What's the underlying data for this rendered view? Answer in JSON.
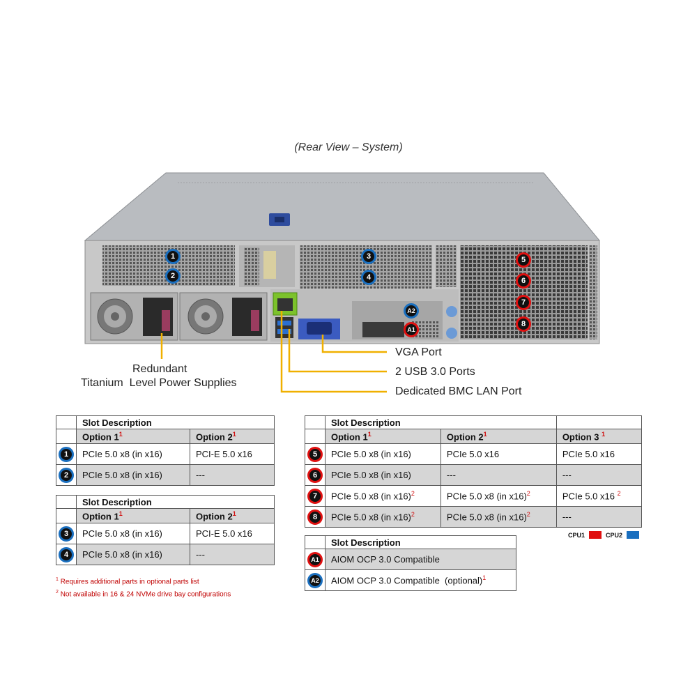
{
  "caption": "(Rear View – System)",
  "callouts": {
    "psu_line1": "Redundant",
    "psu_line2": "Titanium  Level Power Supplies",
    "vga": "VGA Port",
    "usb": "2 USB 3.0 Ports",
    "bmc": "Dedicated BMC LAN Port"
  },
  "colors": {
    "cpu1": "#e01010",
    "cpu2": "#1a6fbf",
    "callout_line": "#f0b000"
  },
  "table_cpu2_a": {
    "title": "Slot Description",
    "headers": [
      "Option 1",
      "Option 2"
    ],
    "rows": [
      {
        "id": "1",
        "cells": [
          "PCIe 5.0 x8 (in x16)",
          "PCI-E 5.0 x16"
        ]
      },
      {
        "id": "2",
        "cells": [
          "PCIe 5.0 x8 (in x16)",
          "---"
        ]
      }
    ]
  },
  "table_cpu2_b": {
    "title": "Slot Description",
    "headers": [
      "Option 1",
      "Option 2"
    ],
    "rows": [
      {
        "id": "3",
        "cells": [
          "PCIe 5.0 x8 (in x16)",
          "PCI-E 5.0 x16"
        ]
      },
      {
        "id": "4",
        "cells": [
          "PCIe 5.0 x8 (in x16)",
          "---"
        ]
      }
    ]
  },
  "table_cpu1": {
    "title": "Slot Description",
    "headers": [
      "Option 1",
      "Option 2",
      "Option 3"
    ],
    "rows": [
      {
        "id": "5",
        "cells": [
          "PCIe 5.0 x8 (in x16)",
          "PCIe 5.0 x16",
          "PCIe 5.0 x16"
        ]
      },
      {
        "id": "6",
        "cells": [
          "PCIe 5.0 x8 (in x16)",
          "---",
          "---"
        ]
      },
      {
        "id": "7",
        "cells": [
          "PCIe 5.0 x8 (in x16)",
          "PCIe 5.0 x8 (in x16)",
          "PCIe 5.0 x16"
        ]
      },
      {
        "id": "8",
        "cells": [
          "PCIe 5.0 x8 (in x16)",
          "PCIe 5.0 x8 (in x16)",
          "---"
        ]
      }
    ]
  },
  "table_aiom": {
    "title": "Slot Description",
    "rows": [
      {
        "id": "A1",
        "cell": "AIOM OCP 3.0 Compatible"
      },
      {
        "id": "A2",
        "cell": "AIOM OCP 3.0 Compatible  (optional)"
      }
    ]
  },
  "legend": {
    "cpu1": "CPU1",
    "cpu2": "CPU2"
  },
  "footnotes": {
    "n1": "Requires additional parts in optional parts list",
    "n2": "Not available in 16 & 24 NVMe drive bay configurations"
  }
}
